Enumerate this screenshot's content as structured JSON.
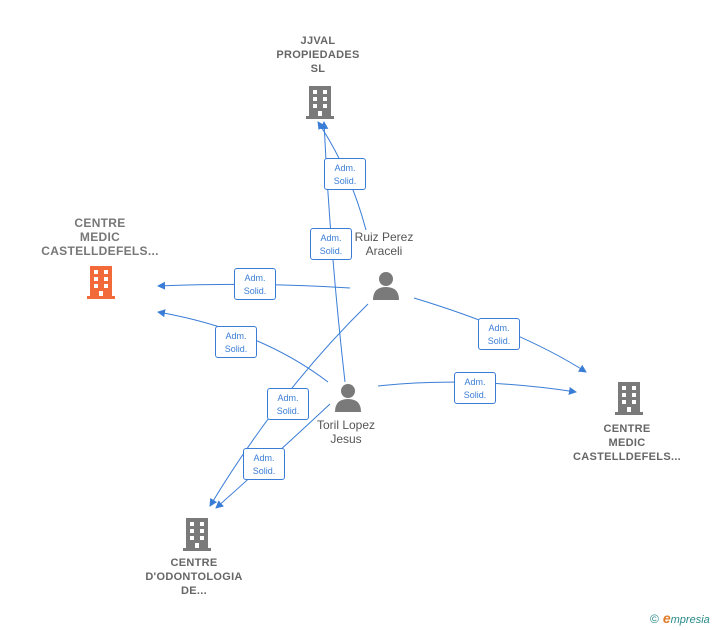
{
  "nodes": {
    "jjval": {
      "lines": [
        "JJVAL",
        "PROPIEDADES",
        "SL"
      ]
    },
    "centre_focus": {
      "lines": [
        "CENTRE",
        "MEDIC",
        "CASTELLDEFELS..."
      ]
    },
    "ruiz": {
      "lines": [
        "Ruiz Perez",
        "Araceli"
      ]
    },
    "toril": {
      "lines": [
        "Toril Lopez",
        "Jesus"
      ]
    },
    "centre_right": {
      "lines": [
        "CENTRE",
        "MEDIC",
        "CASTELLDEFELS..."
      ]
    },
    "odontologia": {
      "lines": [
        "CENTRE",
        "D'ODONTOLOGIA",
        "DE..."
      ]
    }
  },
  "badges": [
    {
      "l1": "Adm.",
      "l2": "Solid."
    },
    {
      "l1": "Adm.",
      "l2": "Solid."
    },
    {
      "l1": "Adm.",
      "l2": "Solid."
    },
    {
      "l1": "Adm.",
      "l2": "Solid."
    },
    {
      "l1": "Adm.",
      "l2": "Solid."
    },
    {
      "l1": "Adm.",
      "l2": "Solid."
    },
    {
      "l1": "Adm.",
      "l2": "Solid."
    },
    {
      "l1": "Adm.",
      "l2": "Solid."
    }
  ],
  "colors": {
    "edge": "#3a7dd6",
    "building": "#7a7a7a",
    "focus_building": "#f26a3a",
    "person": "#7a7a7a"
  },
  "icons": {
    "company": "building-icon",
    "person": "person-icon"
  },
  "brand": {
    "copyright": "©",
    "initial": "e",
    "rest": "mpresia"
  }
}
